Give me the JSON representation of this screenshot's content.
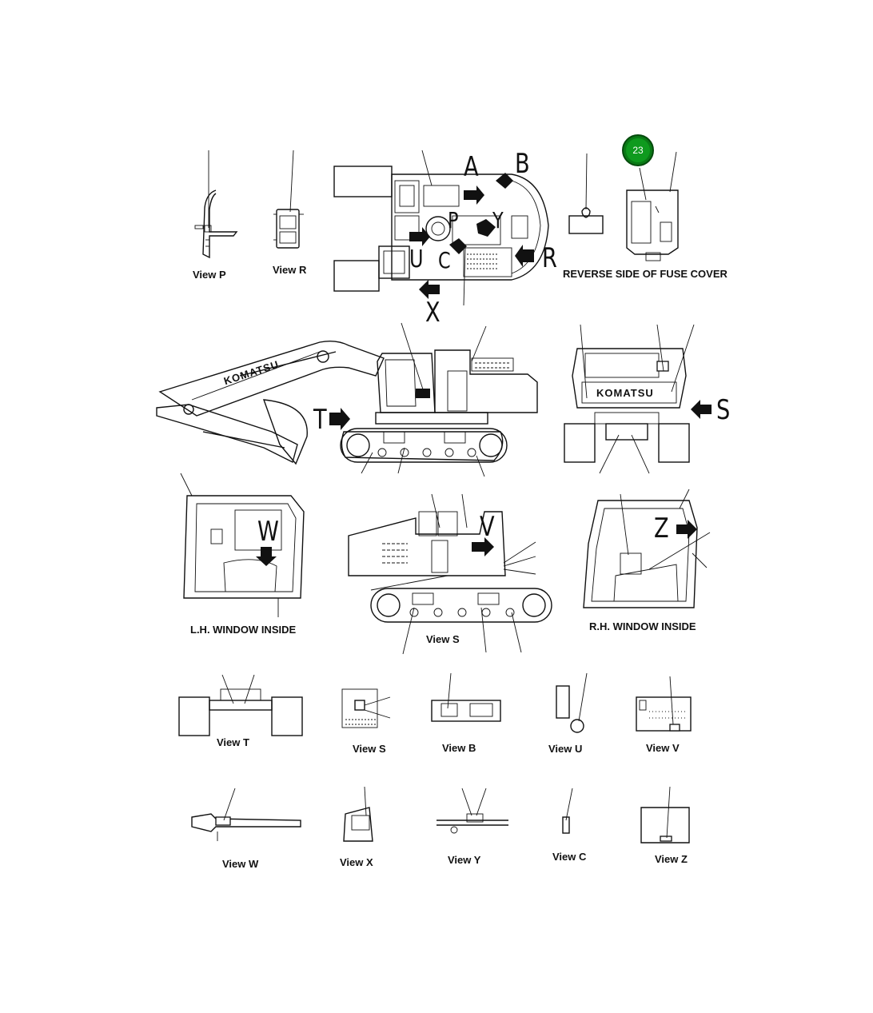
{
  "callout": {
    "number": "23",
    "color": "#0a7a16"
  },
  "captions": {
    "view_p": "View P",
    "view_r": "View R",
    "fuse_cover": "REVERSE SIDE OF FUSE COVER",
    "lh_window": "L.H. WINDOW INSIDE",
    "rh_window": "R.H. WINDOW INSIDE",
    "view_s_main": "View S",
    "view_t": "View T",
    "view_s": "View S",
    "view_b": "View B",
    "view_u": "View U",
    "view_v": "View V",
    "view_w": "View W",
    "view_x": "View X",
    "view_y": "View Y",
    "view_c": "View C",
    "view_z": "View Z"
  },
  "view_letters": {
    "a": "A",
    "b": "B",
    "r": "R",
    "x": "X",
    "p": "P",
    "y": "Y",
    "u": "U",
    "c": "C",
    "t": "T",
    "s": "S",
    "w": "W",
    "v": "V",
    "z": "Z"
  },
  "brand": "KOMATSU"
}
